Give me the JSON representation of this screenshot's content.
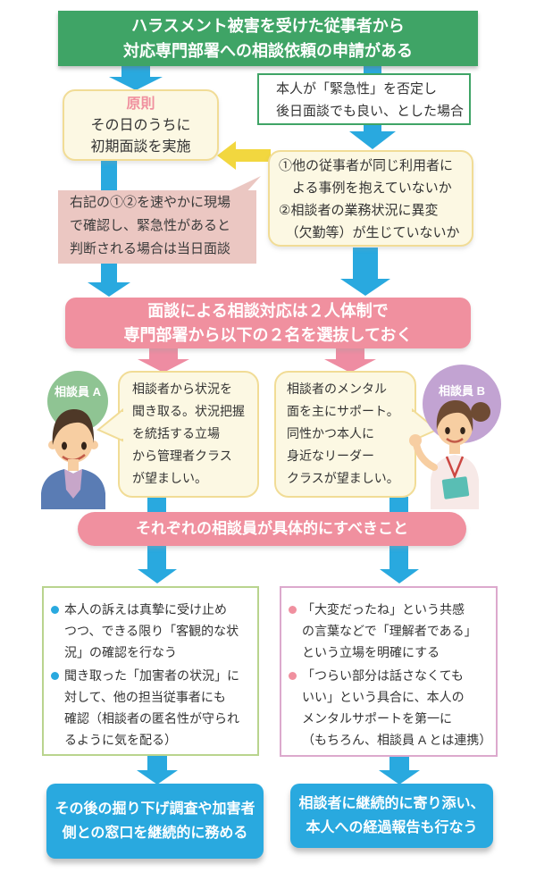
{
  "start_box": {
    "text": "ハラスメント被害を受けた従事者から\n対応専門部署への相談依頼の申請がある"
  },
  "no_urgency_box": {
    "text": "本人が「緊急性」を否定し\n後日面談でも良い、とした場合"
  },
  "principle_box": {
    "label": "原則",
    "text": "その日のうちに\n初期面談を実施"
  },
  "check_box": {
    "text": "①他の従事者が同じ利用者に\n　よる事例を抱えていないか\n②相談者の業務状況に異変\n　（欠勤等）が生じていないか"
  },
  "onsite_note": {
    "text": "右記の①②を速やかに現場\nで確認し、緊急性があると\n判断される場合は当日面談"
  },
  "two_person_banner": {
    "text": "面談による相談対応は２人体制で\n専門部署から以下の２名を選抜しておく"
  },
  "counselor_a": {
    "label": "相談員 A",
    "bubble_text": "相談者から状況を\n聞き取る。状況把握\nを統括する立場\nから管理者クラス\nが望ましい。"
  },
  "counselor_b": {
    "label": "相談員 B",
    "bubble_text": "相談者のメンタル\n面を主にサポート。\n同性かつ本人に\n身近なリーダー\nクラスが望ましい。"
  },
  "tasks_banner": {
    "text": "それぞれの相談員が具体的にすべきこと"
  },
  "tasks_a": {
    "items": [
      "本人の訴えは真摯に受け止め\nつつ、できる限り「客観的な状\n況」の確認を行なう",
      "聞き取った「加害者の状況」に\n対して、他の担当従事者にも\n確認（相談者の匿名性が守られ\nるように気を配る）"
    ]
  },
  "tasks_b": {
    "items": [
      "「大変だったね」という共感\nの言葉などで「理解者である」\nという立場を明確にする",
      "「つらい部分は話さなくても\nいい」という具合に、本人の\nメンタルサポートを第一に\n（もちろん、相談員 A とは連携）"
    ]
  },
  "outcome_a": {
    "text": "その後の掘り下げ調査や加害者\n側との窓口を継続的に務める"
  },
  "outcome_b": {
    "text": "相談者に継続的に寄り添い、\n本人への経過報告も行なう"
  },
  "colors": {
    "green": "#3FA466",
    "blue": "#29A9DF",
    "pink": "#F0909F",
    "cream": "#FCF8E3",
    "cream_border": "#F1DC96",
    "dusty_pink": "#EBC7C2",
    "yellow_arrow": "#F2D73F",
    "circle_a": "#8FC493",
    "circle_b": "#C2A3D2",
    "task_a_border": "#B9D48E",
    "task_b_border": "#DCA9CD",
    "skin": "#F7CEA2",
    "hair_a": "#4E3827",
    "hair_b": "#6E4B33"
  }
}
